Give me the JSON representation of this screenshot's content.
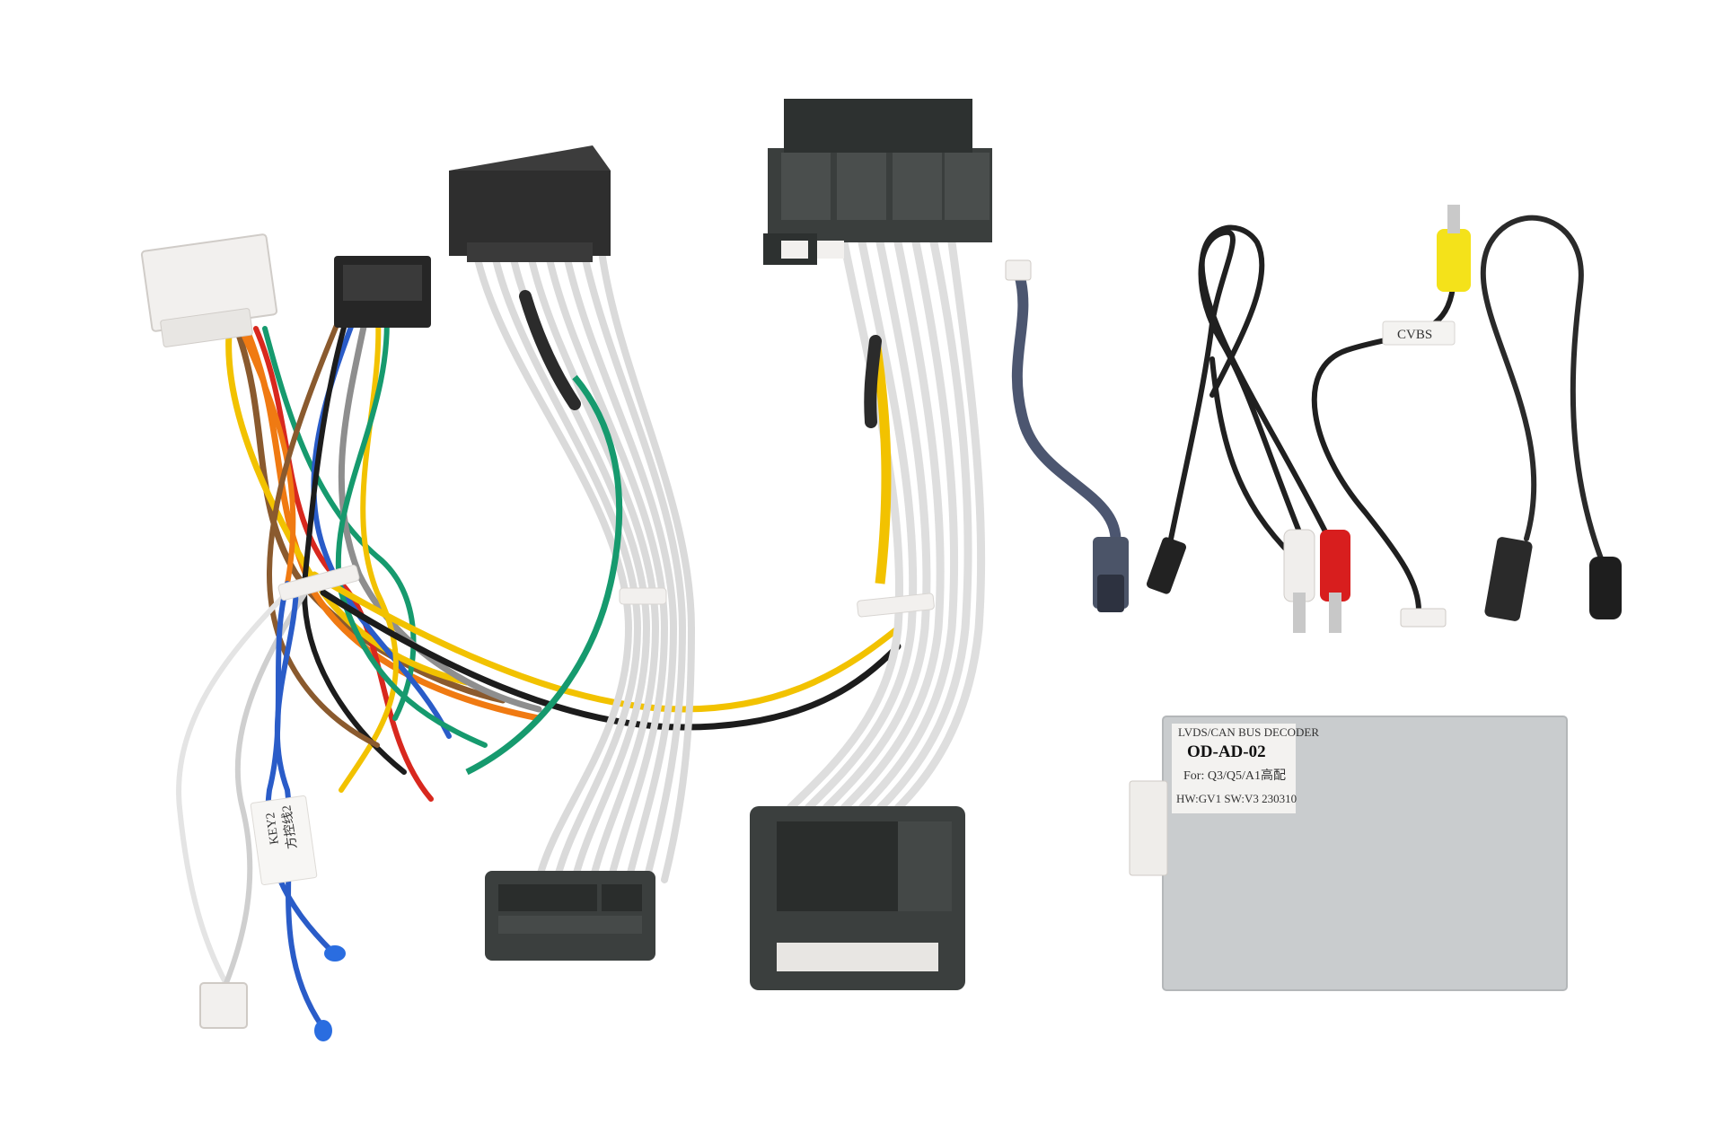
{
  "colors": {
    "background": "#ffffff",
    "connector_dark": "#3a3e3d",
    "connector_white": "#f2f0ee",
    "wire_white": "#e4e4e4",
    "wire_yellow": "#f2c200",
    "wire_green": "#169a6e",
    "wire_orange": "#f07a12",
    "wire_red": "#d8281e",
    "wire_brown": "#8a5a2e",
    "wire_blue": "#2a5cc8",
    "wire_gray": "#8e8e8e",
    "wire_black": "#1c1c1c",
    "box_gray": "#c9ccce",
    "rca_red": "#d81e1e",
    "rca_yellow": "#f4e21a"
  },
  "labels": {
    "cvbs": "CVBS",
    "key_tag_line1": "KEY2",
    "key_tag_line2": "方控线2"
  },
  "decoder": {
    "line1": "LVDS/CAN BUS DECODER",
    "line2": "OD-AD-02",
    "line3": "For: Q3/Q5/A1高配",
    "line4": "HW:GV1 SW:V3 230310"
  }
}
